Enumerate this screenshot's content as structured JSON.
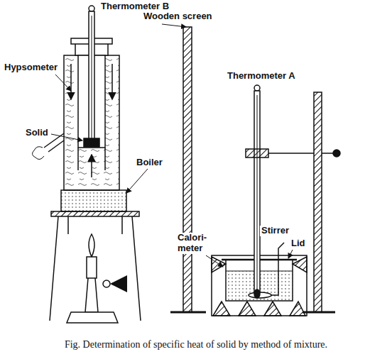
{
  "diagram": {
    "caption": "Fig. Determination of specific heat of solid by method of mixture.",
    "labels": [
      "Thermometer B",
      "Wooden screen",
      "Thermometer A",
      "Hypsometer",
      "Solid",
      "Calori- meter",
      "Stirrer",
      "Lid",
      "Boiler"
    ]
  }
}
